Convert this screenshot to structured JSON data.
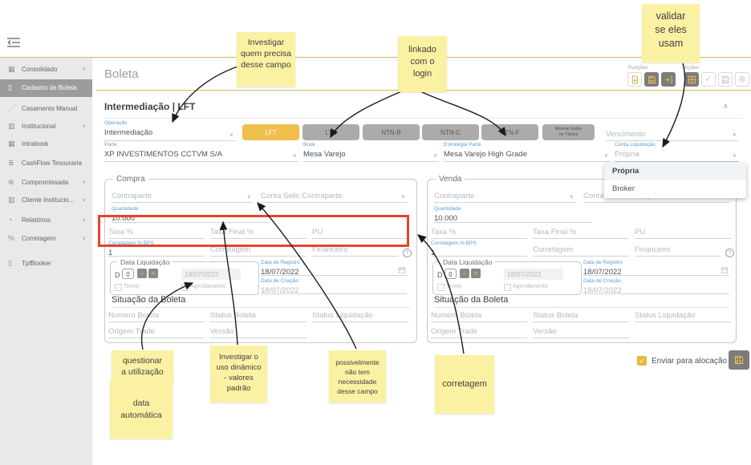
{
  "app": {
    "page_title": "Boleta",
    "section_title": "Intermediação | LFT"
  },
  "colors": {
    "accent_yellow": "#f0be4c",
    "icon_yellow": "#f0c050",
    "dark_button": "#7c7c7c",
    "note_bg": "#faf1a3",
    "highlight_red": "#e8432c",
    "label_blue": "#5b9bd5",
    "rule_yellow": "#dcb557"
  },
  "glyphs": {
    "chevron_down": "∨",
    "chevron_up": "∧",
    "check": "✓",
    "x_circle": "⊗",
    "minus": "−",
    "plus": "+",
    "question": "?"
  },
  "sidebar": {
    "items": [
      {
        "label": "Consolidado",
        "icon": "grid-icon",
        "icon_glyph": "▦",
        "has_children": true,
        "selected": false
      },
      {
        "label": "Cadastro de Boleta",
        "icon": "document-icon",
        "icon_glyph": "▯",
        "has_children": false,
        "selected": true
      },
      {
        "label": "Casamento Manual",
        "icon": "scatter-icon",
        "icon_glyph": "⋰",
        "has_children": false,
        "selected": false
      },
      {
        "label": "Institucional",
        "icon": "building-icon",
        "icon_glyph": "▥",
        "has_children": true,
        "selected": false
      },
      {
        "label": "Intrabook",
        "icon": "grid-icon",
        "icon_glyph": "▦",
        "has_children": false,
        "selected": false
      },
      {
        "label": "CashFlow Tesouraria",
        "icon": "list-icon",
        "icon_glyph": "≣",
        "has_children": false,
        "selected": false
      },
      {
        "label": "Compromissada",
        "icon": "handshake-icon",
        "icon_glyph": "⊛",
        "has_children": true,
        "selected": false
      },
      {
        "label": "Cliente Institucio...",
        "icon": "building-icon",
        "icon_glyph": "▥",
        "has_children": true,
        "selected": false
      },
      {
        "label": "Relatórios",
        "icon": "report-icon",
        "icon_glyph": "◔",
        "has_children": true,
        "selected": false
      },
      {
        "label": "Corretagem",
        "icon": "percent-icon",
        "icon_glyph": "%",
        "has_children": true,
        "selected": false
      },
      {
        "label": "TpfBooker",
        "icon": "document-icon",
        "icon_glyph": "▯",
        "has_children": false,
        "selected": false
      }
    ]
  },
  "toolbar": {
    "funcoes_label": "Funções",
    "acoes_label": "Ações"
  },
  "form": {
    "operacao": {
      "label": "Operação",
      "value": "Intermediação"
    },
    "titles": [
      "LFT",
      "LTN",
      "NTN-B",
      "NTN-C",
      "NTN-F"
    ],
    "active_title": "LFT",
    "show_all": {
      "lines": [
        "Mostrar todos",
        "os Títulos"
      ]
    },
    "vencimento": {
      "placeholder": "Vencimento"
    },
    "parte": {
      "label": "Parte",
      "value": "XP INVESTIMENTOS CCTVM S/A"
    },
    "book": {
      "label": "Book",
      "value": "Mesa Varejo"
    },
    "estrategia": {
      "label": "Estratégia Parte",
      "value": "Mesa Varejo High Grade"
    },
    "conta_liquidacao": {
      "label": "Conta Liquidação",
      "value": "Própria",
      "options": [
        "Própria",
        "Broker"
      ]
    }
  },
  "panels": [
    {
      "title": "Compra",
      "contraparte_ph": "Contraparte",
      "conta_selic_ph": "Conta Selic Contraparte",
      "quantidade": {
        "label": "Quantidade",
        "value": "10.000"
      },
      "taxa_ph": "Taxa %",
      "taxa_final_ph": "Taxa Final %",
      "pu_ph": "PU",
      "corretagem_bps": {
        "label": "Corretagem % BPS",
        "value": "1"
      },
      "corretagem_ph": "Corretagem",
      "financeiro_ph": "Financeiro",
      "data_liquidacao": {
        "title": "Data Liquidação",
        "d_prefix": "D",
        "d_value": "0",
        "date": "18/07/2022",
        "termo_label": "Termo",
        "agendamento_label": "Agendamento"
      },
      "data_registro": {
        "label": "Data de Registro",
        "value": "18/07/2022"
      },
      "data_criacao": {
        "label": "Data de Criação",
        "value": "18/07/2022"
      },
      "situacao": {
        "title": "Situação da Boleta",
        "numero_ph": "Numero Boleta",
        "status_boleta_ph": "Status Boleta",
        "status_liq_ph": "Status Liquidação",
        "origem_ph": "Origem Trade",
        "versao_ph": "Versão"
      }
    },
    {
      "title": "Venda",
      "contraparte_ph": "Contraparte",
      "conta_selic_ph": "Conta Selic Contraparte",
      "quantidade": {
        "label": "Quantidade",
        "value": "10.000"
      },
      "taxa_ph": "Taxa %",
      "taxa_final_ph": "Taxa Final %",
      "pu_ph": "PU",
      "corretagem_bps": {
        "label": "Corretagem % BPS",
        "value": "1"
      },
      "corretagem_ph": "Corretagem",
      "financeiro_ph": "Financeiro",
      "data_liquidacao": {
        "title": "Data Liquidação",
        "d_prefix": "D",
        "d_value": "0",
        "date": "18/07/2022",
        "termo_label": "Termo",
        "agendamento_label": "Agendamento"
      },
      "data_registro": {
        "label": "Data de Registro",
        "value": "18/07/2022"
      },
      "data_criacao": {
        "label": "Data de Criação",
        "value": "18/07/2022"
      },
      "situacao": {
        "title": "Situação da Boleta",
        "numero_ph": "Numero Boleta",
        "status_boleta_ph": "Status Boleta",
        "status_liq_ph": "Status Liquidação",
        "origem_ph": "Origem Trade",
        "versao_ph": "Versão"
      }
    }
  ],
  "notes": [
    {
      "id": "investigar-campo",
      "lines": [
        "Investigar",
        "quem precisa",
        "desse campo"
      ]
    },
    {
      "id": "linkado-login",
      "lines": [
        "linkado",
        "com o",
        "login"
      ]
    },
    {
      "id": "validar-usam",
      "lines": [
        "validar",
        "se eles",
        "usam"
      ]
    },
    {
      "id": "questionar-utilizacao",
      "lines": [
        "questionar",
        "a utilização"
      ]
    },
    {
      "id": "data-automatica",
      "lines": [
        "data",
        "automática"
      ]
    },
    {
      "id": "uso-dinamico",
      "lines": [
        "Investigar o",
        "uso dinâmico",
        "- valores",
        "padrão"
      ]
    },
    {
      "id": "sem-necessidade",
      "lines": [
        "possivelmente",
        "não tem",
        "necessidade",
        "desse campo"
      ]
    },
    {
      "id": "corretagem-note",
      "lines": [
        "corretagem"
      ]
    }
  ],
  "footer": {
    "allocation_label": "Enviar para alocação",
    "allocation_checked": true
  }
}
